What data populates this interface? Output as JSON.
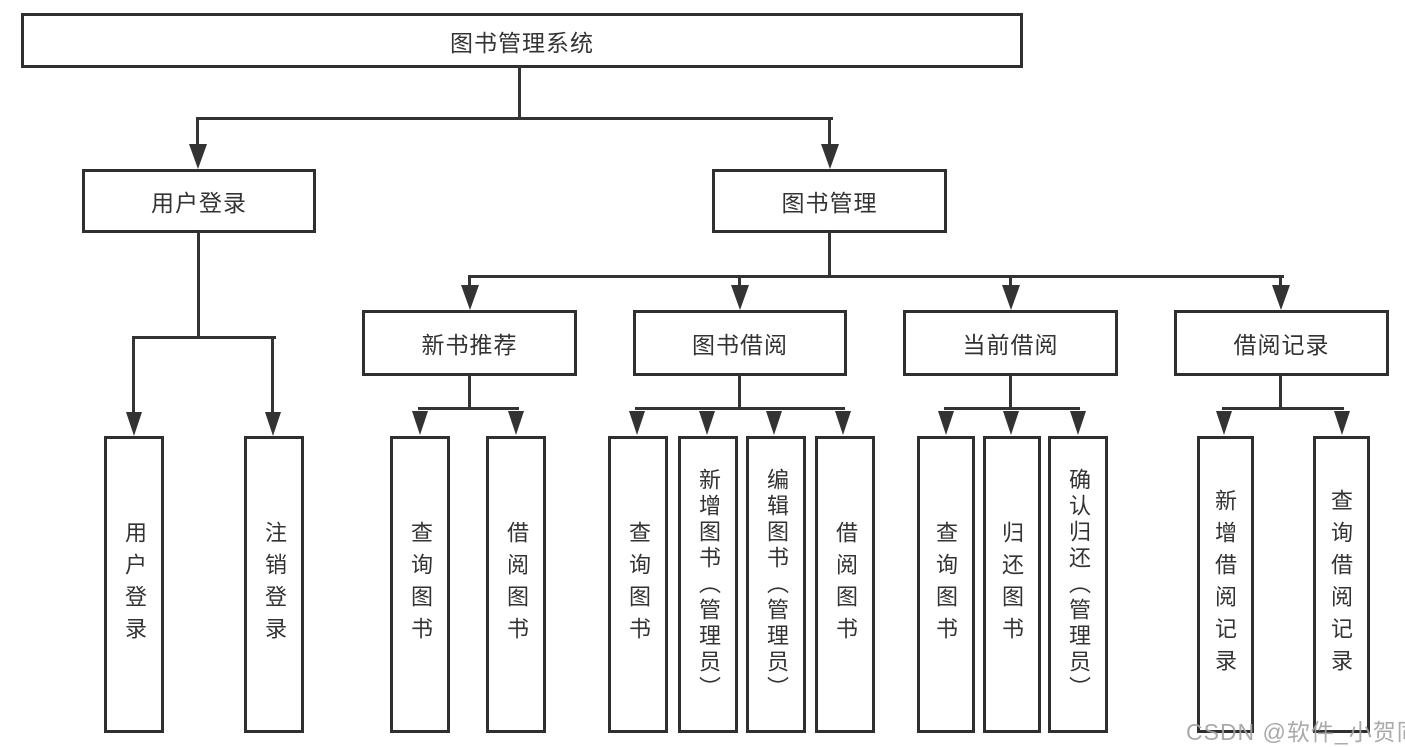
{
  "diagram_title": "图书管理系统",
  "colors": {
    "line": "#333333",
    "box_border": "#2f2f2f",
    "text": "#333333",
    "background": "#ffffff",
    "watermark": "#a4a2a2"
  },
  "nodes": {
    "root": {
      "label": "图书管理系统"
    },
    "level1": [
      {
        "label": "用户登录"
      },
      {
        "label": "图书管理"
      }
    ],
    "level2": [
      {
        "label": "新书推荐",
        "parent": "图书管理"
      },
      {
        "label": "图书借阅",
        "parent": "图书管理"
      },
      {
        "label": "当前借阅",
        "parent": "图书管理"
      },
      {
        "label": "借阅记录",
        "parent": "图书管理"
      }
    ],
    "leaves": [
      {
        "label": "用户登录",
        "parent": "用户登录"
      },
      {
        "label": "注销登录",
        "parent": "用户登录"
      },
      {
        "label": "查询图书",
        "parent": "新书推荐"
      },
      {
        "label": "借阅图书",
        "parent": "新书推荐"
      },
      {
        "label": "查询图书",
        "parent": "图书借阅"
      },
      {
        "label": "新增图书（管理员）",
        "parent": "图书借阅"
      },
      {
        "label": "编辑图书（管理员）",
        "parent": "图书借阅"
      },
      {
        "label": "借阅图书",
        "parent": "图书借阅"
      },
      {
        "label": "查询图书",
        "parent": "当前借阅"
      },
      {
        "label": "归还图书",
        "parent": "当前借阅"
      },
      {
        "label": "确认归还（管理员）",
        "parent": "当前借阅"
      },
      {
        "label": "新增借阅记录",
        "parent": "借阅记录"
      },
      {
        "label": "查询借阅记录",
        "parent": "借阅记录"
      }
    ]
  },
  "watermark": "CSDN @软件_小贺同学"
}
